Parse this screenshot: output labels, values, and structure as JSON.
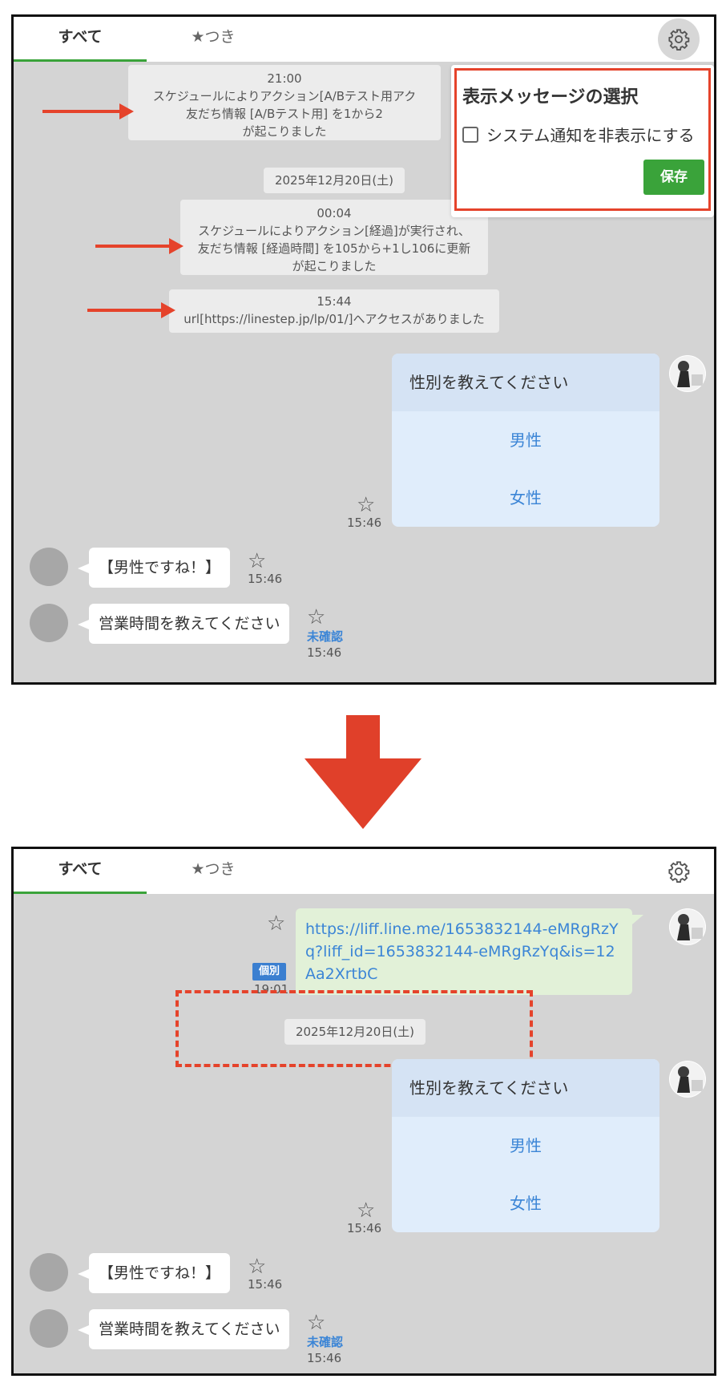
{
  "tabs": {
    "all": "すべて",
    "starred": "★つき"
  },
  "top": {
    "system_messages": [
      {
        "time": "21:00",
        "line1": "スケジュールによりアクション[A/Bテスト用アク",
        "line2": "友だち情報 [A/Bテスト用] を1から2",
        "line3": "が起こりました"
      },
      {
        "time": "00:04",
        "line1": "スケジュールによりアクション[経過]が実行され、",
        "line2": "友だち情報 [経過時間] を105から+1し106に更新",
        "line3": "が起こりました"
      },
      {
        "time": "15:44",
        "line1": "url[https://linestep.jp/lp/01/]へアクセスがありました"
      }
    ],
    "date": "2025年12月20日(土)",
    "popup": {
      "title": "表示メッセージの選択",
      "checkbox_label": "システム通知を非表示にする",
      "save": "保存"
    }
  },
  "bottom": {
    "url_message": "https://liff.line.me/1653832144-eMRgRzYq?liff_id=1653832144-eMRgRzYq&is=12Aa2XrtbC",
    "badge": "個別",
    "url_time": "19:01",
    "date": "2025年12月20日(土)"
  },
  "question": {
    "title": "性別を教えてください",
    "option1": "男性",
    "option2": "女性",
    "time": "15:46"
  },
  "messages": [
    {
      "text": "【男性ですね！】",
      "time": "15:46"
    },
    {
      "text": "営業時間を教えてください",
      "status": "未確認",
      "time": "15:46"
    }
  ],
  "colors": {
    "accent_green": "#3aa33a",
    "highlight_red": "#e5432b",
    "link_blue": "#3b85d6"
  }
}
